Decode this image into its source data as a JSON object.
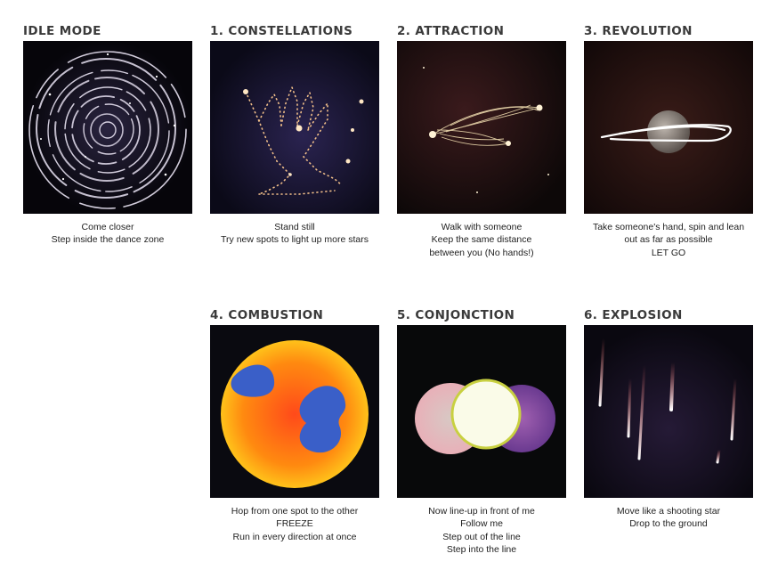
{
  "panels": [
    {
      "id": "idle",
      "title": "IDLE MODE",
      "image": "swirling-star-rings",
      "caption": [
        "Come closer",
        "Step inside the dance zone"
      ]
    },
    {
      "id": "constellations",
      "title": "1. CONSTELLATIONS",
      "image": "star-dotted-hand",
      "caption": [
        "Stand still",
        "Try new spots to light up more stars"
      ]
    },
    {
      "id": "attraction",
      "title": "2. ATTRACTION",
      "image": "stars-linked-by-light-threads",
      "caption": [
        "Walk with someone",
        "Keep the same distance",
        "between you (No hands!)"
      ]
    },
    {
      "id": "revolution",
      "title": "3. REVOLUTION",
      "image": "planet-with-light-ring",
      "caption": [
        "Take someone's hand, spin and lean",
        "out as far as possible",
        "LET GO"
      ]
    },
    {
      "id": "combustion",
      "title": "4. COMBUSTION",
      "image": "burning-orange-sun",
      "caption": [
        "Hop from one spot to the other",
        "FREEZE",
        "Run in every direction at once"
      ]
    },
    {
      "id": "conjonction",
      "title": "5. CONJONCTION",
      "image": "aligned-planets",
      "caption": [
        "Now line-up in front of me",
        "Follow me",
        "Step out of the line",
        "Step into the line"
      ]
    },
    {
      "id": "explosion",
      "title": "6. EXPLOSION",
      "image": "shooting-stars",
      "caption": [
        "Move like a shooting star",
        "Drop to the ground"
      ]
    }
  ]
}
